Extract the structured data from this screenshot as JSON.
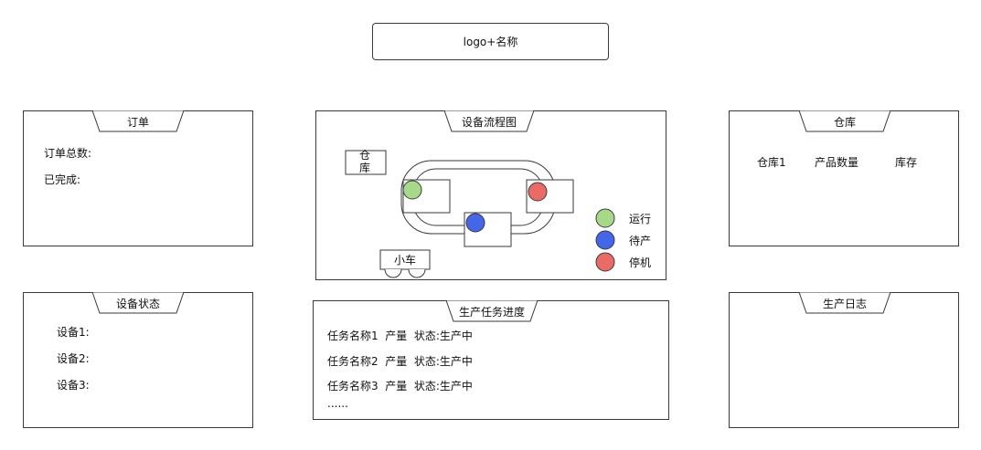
{
  "header": {
    "title": "logo+名称"
  },
  "order_panel": {
    "title": "订单",
    "rows": [
      "订单总数:",
      "已完成:"
    ]
  },
  "flow_panel": {
    "title": "设备流程图",
    "warehouse_label_line1": "仓",
    "warehouse_label_line2": "库",
    "cart_label": "小车",
    "legend": [
      {
        "label": "运行",
        "color": "#a7d98b"
      },
      {
        "label": "待产",
        "color": "#4466e8"
      },
      {
        "label": "停机",
        "color": "#ea6b66"
      }
    ]
  },
  "warehouse_panel": {
    "title": "仓库",
    "columns": [
      "仓库1",
      "产品数量",
      "库存"
    ]
  },
  "device_status_panel": {
    "title": "设备状态",
    "rows": [
      "设备1:",
      "设备2:",
      "设备3:"
    ]
  },
  "task_panel": {
    "title": "生产任务进度",
    "rows": [
      "任务名称1  产量  状态:生产中",
      "任务名称2  产量  状态:生产中",
      "任务名称3  产量  状态:生产中"
    ],
    "more": "......"
  },
  "log_panel": {
    "title": "生产日志"
  }
}
